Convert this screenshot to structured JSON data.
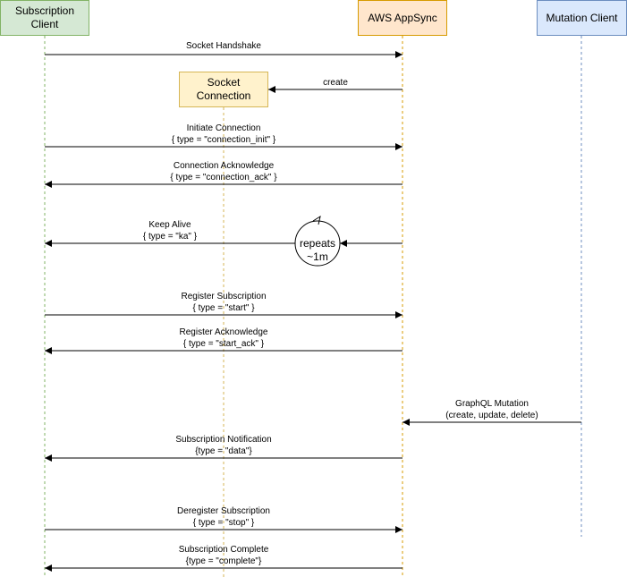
{
  "actors": {
    "subscription_client": "Subscription\nClient",
    "aws_appsync": "AWS AppSync",
    "mutation_client": "Mutation Client",
    "socket_connection": "Socket\nConnection"
  },
  "messages": {
    "socket_handshake": "Socket Handshake",
    "create": "create",
    "initiate_connection": "Initiate Connection",
    "initiate_connection_type": "{ type = \"connection_init\" }",
    "connection_ack": "Connection Acknowledge",
    "connection_ack_type": "{ type = \"connection_ack\" }",
    "keep_alive": "Keep Alive",
    "keep_alive_type": "{ type = \"ka\" }",
    "repeats": "repeats\n~1m",
    "register_subscription": "Register Subscription",
    "register_subscription_type": "{ type = \"start\" }",
    "register_ack": "Register Acknowledge",
    "register_ack_type": "{ type = \"start_ack\" }",
    "graphql_mutation": "GraphQL Mutation",
    "graphql_mutation_ops": "(create, update, delete)",
    "subscription_notification": "Subscription Notification",
    "subscription_notification_type": "{type = \"data\"}",
    "deregister_subscription": "Deregister Subscription",
    "deregister_subscription_type": "{ type = \"stop\" }",
    "subscription_complete": "Subscription Complete",
    "subscription_complete_type": "{type = \"complete\"}"
  },
  "colors": {
    "subscription_client_fill": "#d5e8d4",
    "subscription_client_stroke": "#82b366",
    "aws_fill": "#ffe6cc",
    "aws_stroke": "#d79b00",
    "mutation_fill": "#dae8fc",
    "mutation_stroke": "#6c8ebf",
    "socket_fill": "#fff2cc",
    "socket_stroke": "#d6b656"
  }
}
